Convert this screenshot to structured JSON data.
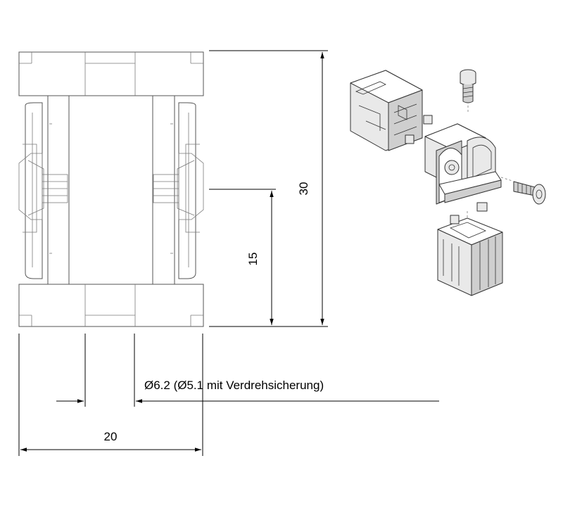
{
  "dimensions": {
    "height_total": "30",
    "height_half": "15",
    "width_total": "20",
    "bore_note": "Ø6.2 (Ø5.1 mit Verdrehsicherung)"
  },
  "colors": {
    "dimension_line": "#000000",
    "part_outline": "#7a7a7a",
    "background": "#ffffff"
  }
}
